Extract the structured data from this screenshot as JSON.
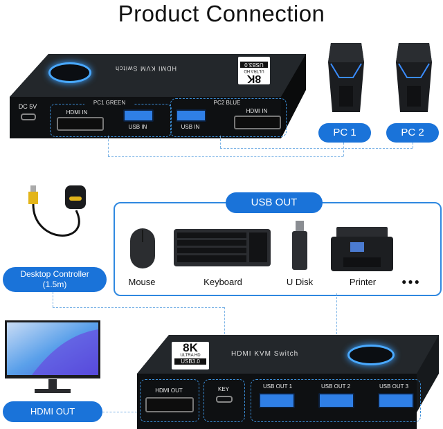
{
  "title": "Product Connection",
  "top_switch": {
    "dc_label": "DC 5V",
    "group1_label": "PC1 GREEN",
    "group2_label": "PC2 BLUE",
    "hdmi_in_1": "HDMI IN",
    "usb_in_1": "USB IN",
    "usb_in_2": "USB IN",
    "hdmi_in_2": "HDMI IN",
    "brand": "HDMI KVM Switch",
    "badge_big": "8K",
    "badge_small": "ULTRA HD",
    "badge_usb": "USB3.0"
  },
  "pcs": [
    {
      "label": "PC 1"
    },
    {
      "label": "PC 2"
    }
  ],
  "usb_out": {
    "label": "USB OUT",
    "devices": [
      {
        "label": "Mouse"
      },
      {
        "label": "Keyboard"
      },
      {
        "label": "U Disk"
      },
      {
        "label": "Printer"
      },
      {
        "label": "●●●"
      }
    ]
  },
  "controller": {
    "label_line1": "Desktop Controller",
    "label_line2": "(1.5m)"
  },
  "hdmi_out_label": "HDMI OUT",
  "bottom_switch": {
    "badge_big": "8K",
    "badge_small": "ULTRA HD",
    "badge_usb": "USB3.0",
    "brand": "HDMI KVM Switch",
    "hdmi_out": "HDMI OUT",
    "key": "KEY",
    "usb_out_1": "USB OUT 1",
    "usb_out_2": "USB OUT 2",
    "usb_out_3": "USB OUT 3"
  },
  "colors": {
    "accent": "#1a73d9",
    "device": "#101214",
    "glow": "#49a9ff"
  }
}
